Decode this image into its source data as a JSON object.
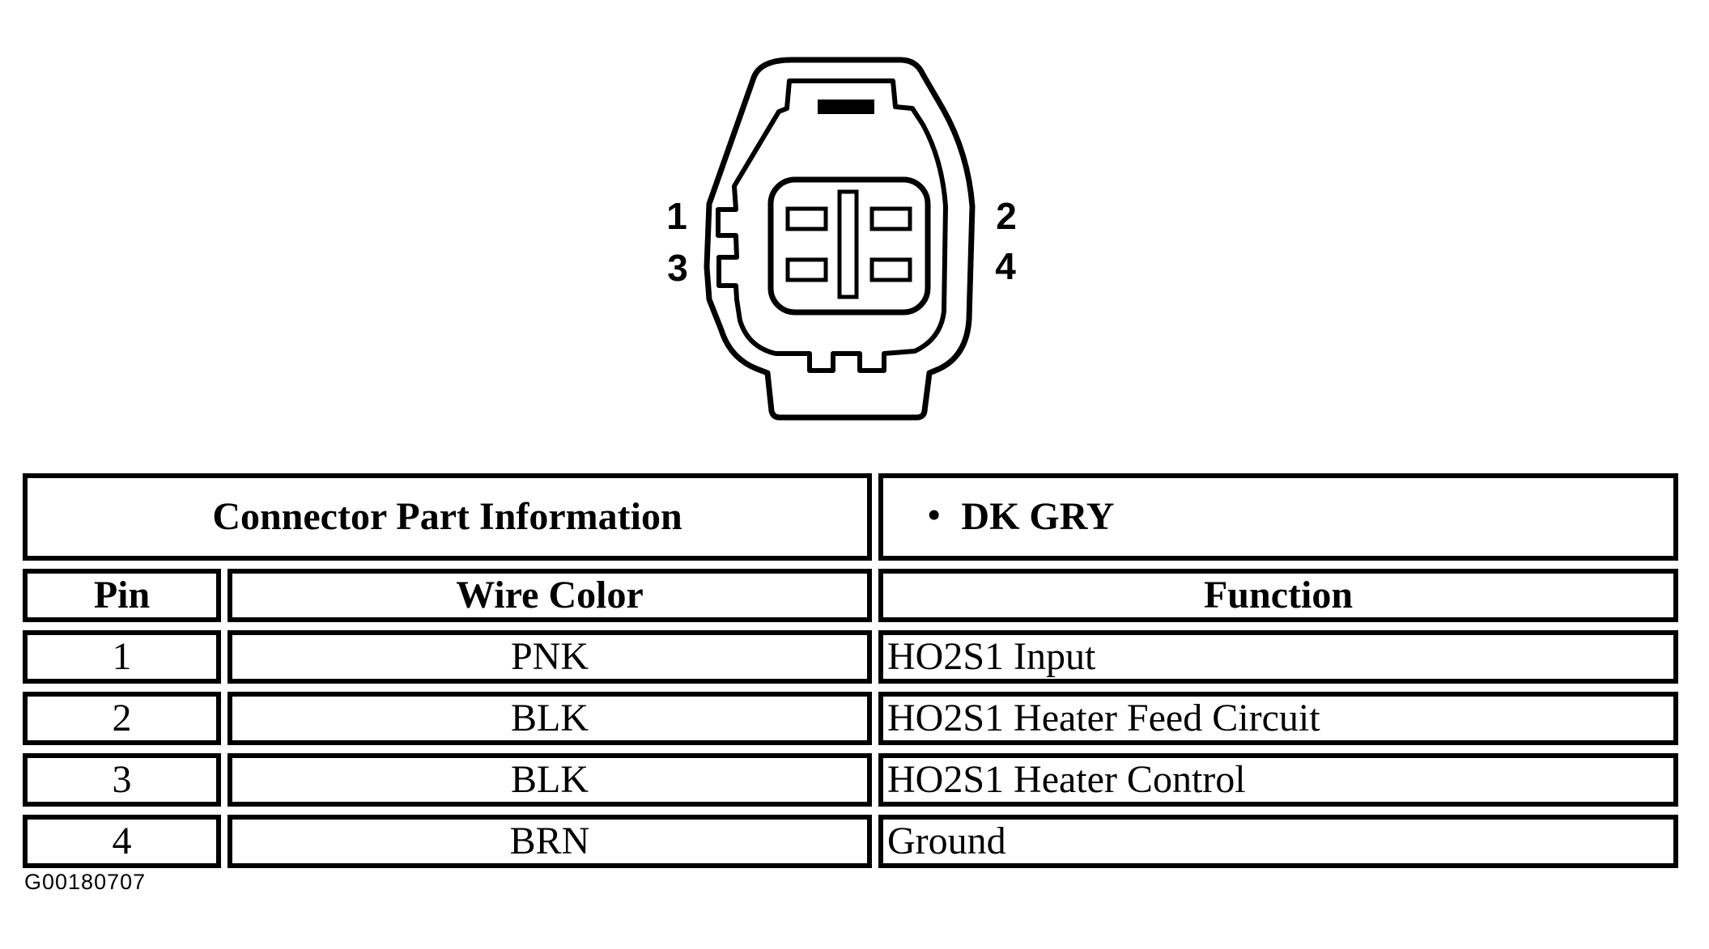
{
  "page": {
    "figure_id": "G00180707",
    "background_color": "#ffffff",
    "line_color": "#000000"
  },
  "connector": {
    "description": "4-pin oval connector face view, keyway at top",
    "pin_labels": {
      "top_left": "1",
      "bottom_left": "3",
      "top_right": "2",
      "bottom_right": "4"
    }
  },
  "table": {
    "header": {
      "part_info_label": "Connector Part Information",
      "color_bullet": "•",
      "connector_color": "DK GRY"
    },
    "columns": {
      "pin": "Pin",
      "wire_color": "Wire Color",
      "function": "Function"
    },
    "rows": [
      {
        "pin": "1",
        "wire_color": "PNK",
        "function": "HO2S1 Input"
      },
      {
        "pin": "2",
        "wire_color": "BLK",
        "function": "HO2S1 Heater Feed Circuit"
      },
      {
        "pin": "3",
        "wire_color": "BLK",
        "function": "HO2S1 Heater Control"
      },
      {
        "pin": "4",
        "wire_color": "BRN",
        "function": "Ground"
      }
    ]
  }
}
